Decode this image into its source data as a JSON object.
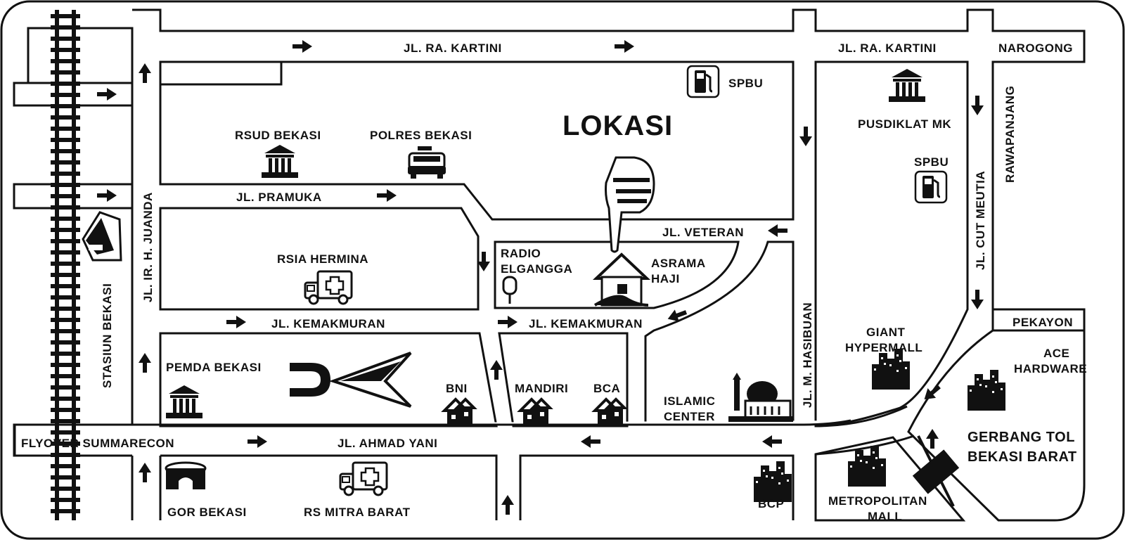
{
  "title": "LOKASI",
  "roads": {
    "kartini_1": "JL. RA. KARTINI",
    "kartini_2": "JL. RA. KARTINI",
    "narogong": "NAROGONG",
    "pramuka": "JL. PRAMUKA",
    "veteran": "JL. VETERAN",
    "kemakmuran_1": "JL. KEMAKMURAN",
    "kemakmuran_2": "JL. KEMAKMURAN",
    "ahmad_yani": "JL. AHMAD YANI",
    "flyover": "FLYOVER SUMMARECON",
    "juanda": "JL. IR. H. JUANDA",
    "hasibuan": "JL. M. HASIBUAN",
    "cut_meutia": "JL. CUT MEUTIA",
    "rawapanjang": "RAWAPANJANG",
    "pekayon": "PEKAYON",
    "stasiun": "STASIUN BEKASI"
  },
  "landmarks": {
    "spbu_1": "SPBU",
    "spbu_2": "SPBU",
    "rsud": "RSUD BEKASI",
    "polres": "POLRES BEKASI",
    "pusdiklat": "PUSDIKLAT MK",
    "rsia": "RSIA HERMINA",
    "radio_1": "RADIO",
    "radio_2": "ELGANGGA",
    "asrama_1": "ASRAMA",
    "asrama_2": "HAJI",
    "pemda": "PEMDA BEKASI",
    "bni": "BNI",
    "mandiri": "MANDIRI",
    "bca": "BCA",
    "islamic_1": "ISLAMIC",
    "islamic_2": "CENTER",
    "giant_1": "GIANT",
    "giant_2": "HYPERMALL",
    "ace_1": "ACE",
    "ace_2": "HARDWARE",
    "gerbang_1": "GERBANG TOL",
    "gerbang_2": "BEKASI BARAT",
    "gor": "GOR BEKASI",
    "mitra": "RS MITRA BARAT",
    "bcp": "BCP",
    "metro_1": "METROPOLITAN",
    "metro_2": "MALL"
  },
  "icons": [
    "railway-track-icon",
    "train-station-icon",
    "government-building-icon",
    "police-car-icon",
    "ambulance-icon",
    "gas-pump-icon",
    "pointing-hand-icon",
    "house-icon",
    "microphone-icon",
    "bank-building-icon",
    "mosque-icon",
    "city-skyline-icon",
    "stadium-icon",
    "toll-gate-icon",
    "u-turn-icon",
    "compass-arrow-icon",
    "direction-arrow-icon"
  ],
  "colors": {
    "ink": "#111111",
    "paper": "#ffffff"
  }
}
